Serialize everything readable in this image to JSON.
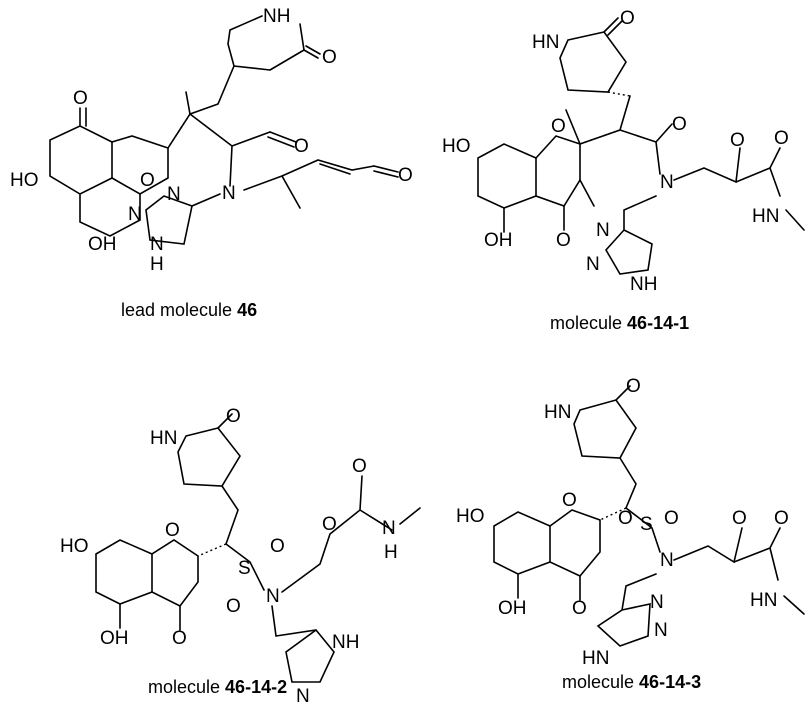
{
  "atoms": {
    "nh": "NH",
    "hn": "HN",
    "n": "N",
    "o": "O",
    "s": "S",
    "ho": "HO",
    "oh": "OH",
    "h": "H",
    "hn_dash": "HN-"
  },
  "molecules": [
    {
      "prefix": "lead molecule ",
      "id": "46"
    },
    {
      "prefix": "molecule ",
      "id": "46-14-1"
    },
    {
      "prefix": "molecule ",
      "id": "46-14-2"
    },
    {
      "prefix": "molecule ",
      "id": "46-14-3"
    }
  ]
}
